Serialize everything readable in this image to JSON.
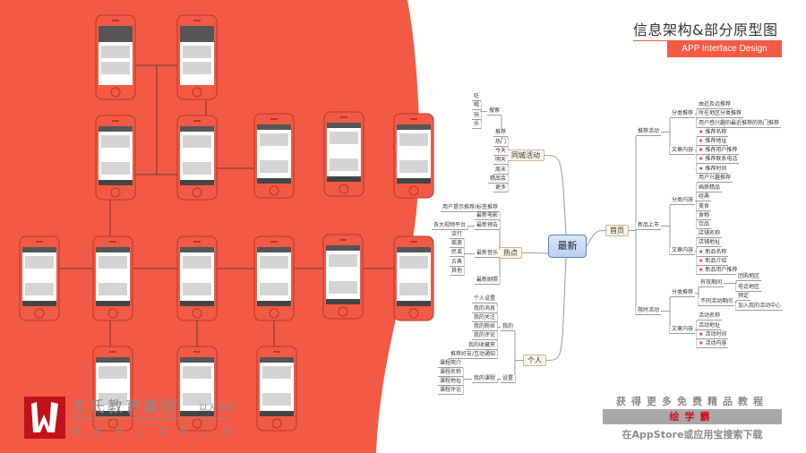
{
  "header": {
    "title": "信息架构&部分原型图",
    "subtitle": "APP Interface Design"
  },
  "colors": {
    "brand_red": "#f25a45",
    "phone_outline": "#b8352a",
    "center_node": "#c9daf6",
    "node_fill": "#fdf3e7",
    "star": "#e02020"
  },
  "mindmap": {
    "center": "最新",
    "left": [
      {
        "label": "同城活动",
        "children": [
          {
            "label": "搜索",
            "children": [
              {
                "label": "吃"
              },
              {
                "label": "喝"
              },
              {
                "label": "玩"
              },
              {
                "label": "乐"
              }
            ]
          },
          {
            "label": "推荐"
          },
          {
            "label": "热门"
          },
          {
            "label": "今天"
          },
          {
            "label": "明天"
          },
          {
            "label": "周末"
          },
          {
            "label": "精品会"
          },
          {
            "label": "更多"
          }
        ]
      },
      {
        "label": "热点",
        "children": [
          {
            "label": "用户提示推荐/标签推荐"
          },
          {
            "label": "最新电影"
          },
          {
            "label": "最新预告",
            "children": [
              {
                "label": "各大视频平台"
              }
            ]
          },
          {
            "label": "最新音乐",
            "children": [
              {
                "label": "流行"
              },
              {
                "label": "摇滚"
              },
              {
                "label": "民谣"
              },
              {
                "label": "古典"
              },
              {
                "label": "其他"
              }
            ]
          },
          {
            "label": "最新剧照"
          }
        ]
      },
      {
        "label": "个人",
        "children": [
          {
            "label": "我的",
            "children": [
              {
                "label": "个人设置"
              },
              {
                "label": "我的消息"
              },
              {
                "label": "我的关注"
              },
              {
                "label": "我的粉丝"
              },
              {
                "label": "我的评论"
              },
              {
                "label": "我的收藏夹"
              },
              {
                "label": "推荐好友/互动通知"
              }
            ]
          },
          {
            "label": "设置",
            "children": [
              {
                "label": "我的课程",
                "children": [
                  {
                    "label": "课程简介"
                  },
                  {
                    "label": "课程名称"
                  },
                  {
                    "label": "课程地址"
                  },
                  {
                    "label": "课程评论"
                  }
                ]
              }
            ]
          }
        ]
      }
    ],
    "right": [
      {
        "label": "首页",
        "children": [
          {
            "label": "推荐活动",
            "children": [
              {
                "label": "分类推荐",
                "children": [
                  {
                    "label": "由近及远推荐"
                  },
                  {
                    "label": "所在地区分类推荐"
                  },
                  {
                    "label": "用户感兴趣的最近推荐的热门推荐"
                  }
                ]
              },
              {
                "label": "文章内容",
                "children": [
                  {
                    "label": "推荐名称",
                    "icon": "star"
                  },
                  {
                    "label": "推荐地址",
                    "icon": "star"
                  },
                  {
                    "label": "推荐用户推荐",
                    "icon": "star"
                  },
                  {
                    "label": "推荐联系电话",
                    "icon": "star"
                  },
                  {
                    "label": "推荐时间",
                    "icon": "star"
                  }
                ]
              }
            ]
          },
          {
            "label": "新品上市",
            "children": [
              {
                "label": "分类内容",
                "children": [
                  {
                    "label": "用户兴趣推荐"
                  },
                  {
                    "label": "画质精品"
                  },
                  {
                    "label": "经典"
                  },
                  {
                    "label": "美食"
                  },
                  {
                    "label": "食物"
                  },
                  {
                    "label": "饮品"
                  }
                ]
              },
              {
                "label": "文章内容",
                "children": [
                  {
                    "label": "店铺名称"
                  },
                  {
                    "label": "店铺地址"
                  },
                  {
                    "label": "新品名称",
                    "icon": "star"
                  },
                  {
                    "label": "新品介绍",
                    "icon": "star"
                  },
                  {
                    "label": "新品用户推荐",
                    "icon": "star"
                  }
                ]
              }
            ]
          },
          {
            "label": "限时活动",
            "children": [
              {
                "label": "分类推荐",
                "children": [
                  {
                    "label": "有效期间",
                    "children": [
                      {
                        "label": "团购地区"
                      },
                      {
                        "label": "电话地区"
                      }
                    ]
                  },
                  {
                    "label": "不同活动期间",
                    "children": [
                      {
                        "label": "预定"
                      },
                      {
                        "label": "加入我的活动中心"
                      }
                    ]
                  }
                ]
              },
              {
                "label": "文章内容",
                "children": [
                  {
                    "label": "活动名称"
                  },
                  {
                    "label": "活动地址"
                  },
                  {
                    "label": "活动时间",
                    "icon": "star"
                  },
                  {
                    "label": "活动内容",
                    "icon": "star"
                  }
                ]
              }
            ]
          }
        ]
      }
    ]
  },
  "promo": {
    "line1": "获得更多免费精品教程",
    "app_name": "绘学霸",
    "line2": "在AppStore或应用宝搜索下载"
  },
  "brand": {
    "org": "王氏教育集团",
    "motto": "以人为本",
    "since": [
      "始",
      "创",
      "于",
      "二",
      "零",
      "零",
      "二",
      "年"
    ]
  }
}
